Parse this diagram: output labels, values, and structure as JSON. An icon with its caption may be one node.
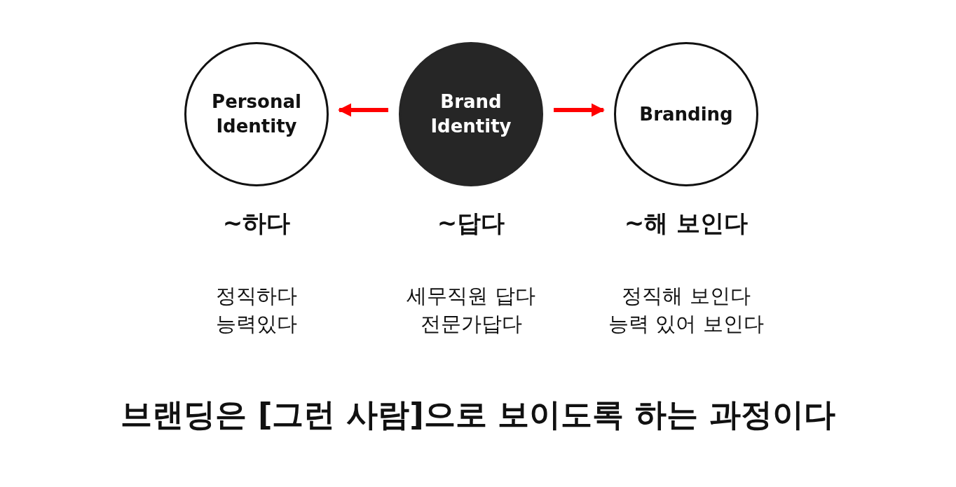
{
  "diagram": {
    "nodes": [
      {
        "text": [
          "Personal Identity"
        ],
        "beside": [
          "~하다",
          "정직하다 능력있다"
        ]
      },
      {
        "text": [
          "Brand Identity"
        ],
        "beside": [
          "~답다",
          "세무직원 답다 전문가답다"
        ]
      },
      {
        "text": [
          "Branding"
        ],
        "beside": [
          "~해 보인다",
          "정직해 보인다 능력 있어 보인다"
        ]
      }
    ],
    "edges": [
      {
        "from": 1,
        "to": 0,
        "arrow": "to"
      },
      {
        "from": 1,
        "to": 2,
        "arrow": "to"
      }
    ],
    "labels": [
      "브랜딩은 [그런 사람]으로 보이도록 하는 과정이다"
    ]
  }
}
